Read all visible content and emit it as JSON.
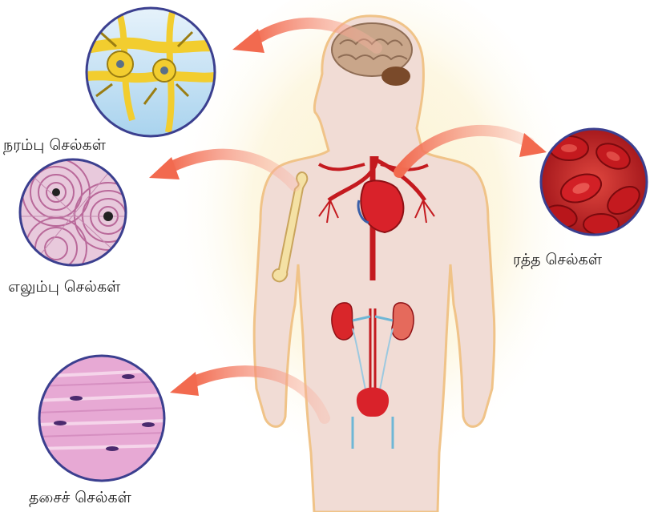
{
  "labels": {
    "nerve": "நரம்பு செல்கள்",
    "bone": "எலும்பு செல்கள்",
    "blood": "ரத்த செல்கள்",
    "muscle": "தசைச் செல்கள்"
  },
  "colors": {
    "arrow": "#ef7f65",
    "circle_border": "#3b3f8f",
    "body_fill": "#f1dcd5",
    "body_outline": "#f0c388",
    "glow": "#fbf2cf",
    "blood": "#c41a1f",
    "nerve": "#f2cd2f",
    "bone_tissue": "#b9699a",
    "muscle": "#e7a9d4"
  },
  "icons": {
    "nerve": "neuron-cluster-icon",
    "bone": "osteon-icon",
    "blood": "red-blood-cell-icon",
    "muscle": "muscle-fiber-icon"
  }
}
